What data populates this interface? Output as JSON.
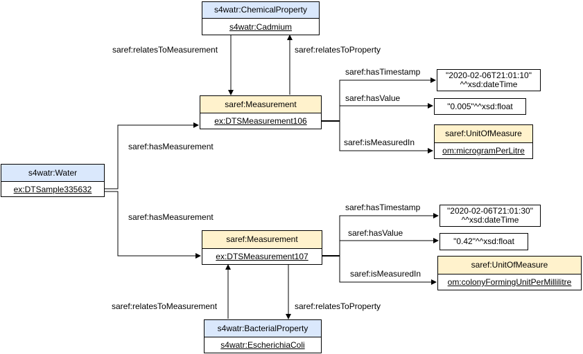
{
  "nodes": {
    "chemical_property": {
      "type": "s4watr:ChemicalProperty",
      "instance": "s4watr:Cadmium"
    },
    "measurement_106": {
      "type": "saref:Measurement",
      "instance": "ex:DTSMeasurement106"
    },
    "water": {
      "type": "s4watr:Water",
      "instance": "ex:DTSample335632"
    },
    "unit_1": {
      "type": "saref:UnitOfMeasure",
      "instance": "om:microgramPerLitre"
    },
    "measurement_107": {
      "type": "saref:Measurement",
      "instance": "ex:DTSMeasurement107"
    },
    "unit_2": {
      "type": "saref:UnitOfMeasure",
      "instance": "om:colonyFormingUnitPerMillilitre"
    },
    "bacterial_property": {
      "type": "s4watr:BacterialProperty",
      "instance": "s4watr:EscherichiaColi"
    }
  },
  "literals": {
    "timestamp_1": {
      "value": "\"2020-02-06T21:01:10\"",
      "datatype": "^^xsd:dateTime"
    },
    "value_1": "\"0.005\"^^xsd:float",
    "timestamp_2": {
      "value": "\"2020-02-06T21:01:30\"",
      "datatype": "^^xsd:dateTime"
    },
    "value_2": "\"0.42\"^^xsd:float"
  },
  "edge_labels": {
    "relates_to_measurement_top": "saref:relatesToMeasurement",
    "relates_to_property_top": "saref:relatesToProperty",
    "has_measurement_top": "saref:hasMeasurement",
    "has_measurement_bottom": "saref:hasMeasurement",
    "has_timestamp_1": "saref:hasTimestamp",
    "has_value_1": "saref:hasValue",
    "is_measured_in_1": "saref:isMeasuredIn",
    "has_timestamp_2": "saref:hasTimestamp",
    "has_value_2": "saref:hasValue",
    "is_measured_in_2": "saref:isMeasuredIn",
    "relates_to_measurement_bottom": "saref:relatesToMeasurement",
    "relates_to_property_bottom": "saref:relatesToProperty"
  },
  "colors": {
    "class_header_blue": "#dae8fc",
    "class_header_yellow": "#fff2cc",
    "stroke": "#000000"
  }
}
